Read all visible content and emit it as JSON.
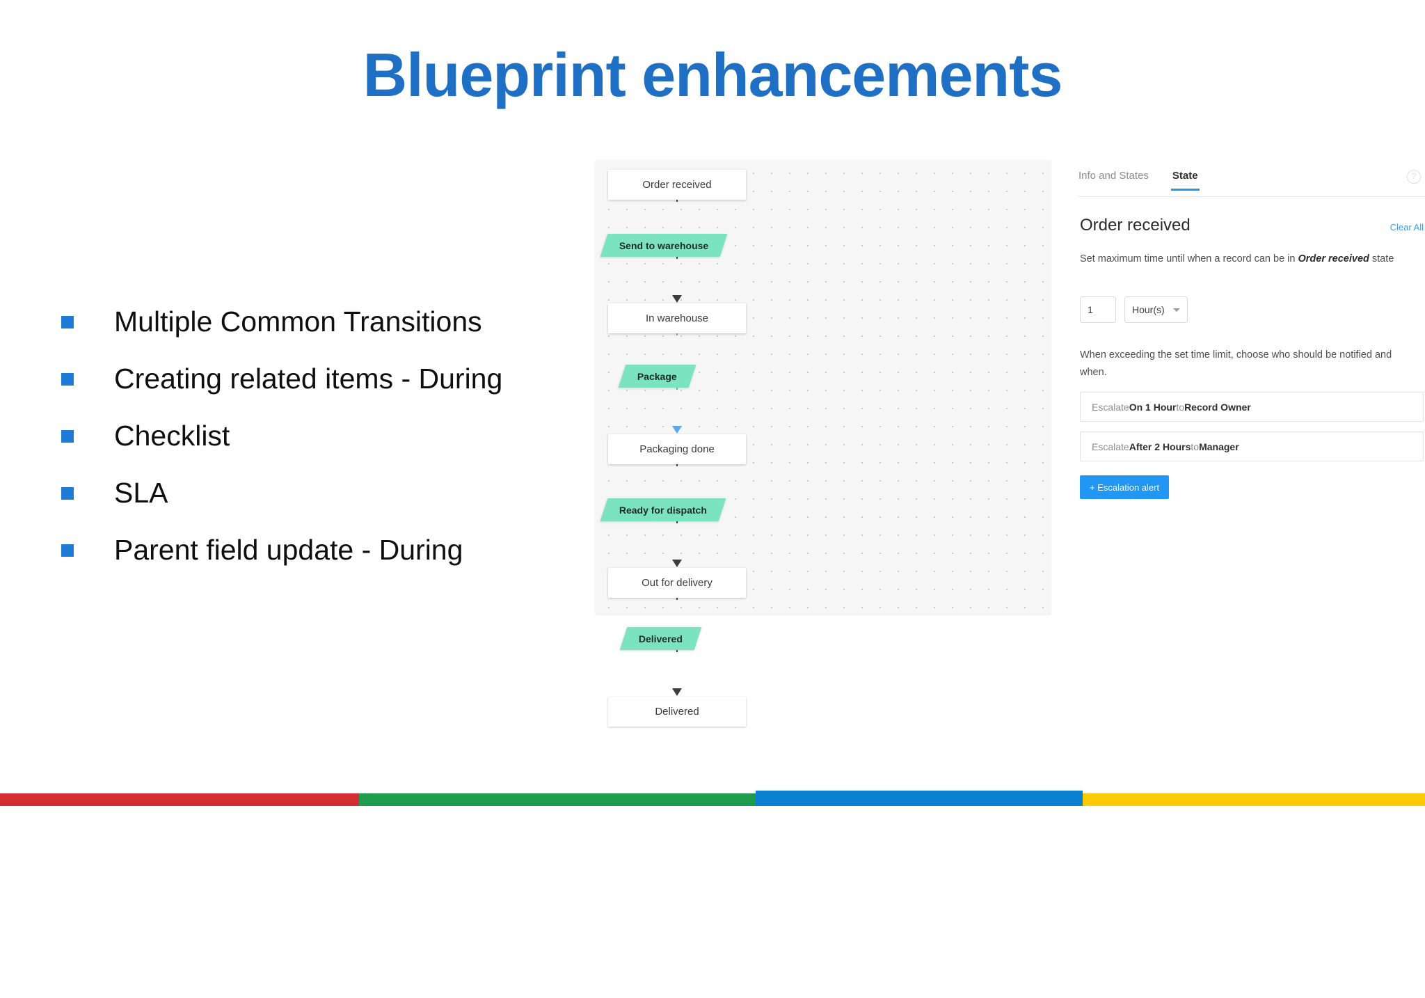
{
  "slide": {
    "title": "Blueprint enhancements",
    "title_color": "#1F6FC4",
    "bullet_color": "#1E7BD6",
    "bullets": [
      {
        "text": "Multiple Common Transitions"
      },
      {
        "text": "Creating related items - During"
      },
      {
        "text": "Checklist"
      },
      {
        "text": "SLA"
      },
      {
        "text": "Parent field update - During"
      }
    ]
  },
  "screenshot": {
    "flow": {
      "nodes": [
        {
          "type": "state",
          "label": "Order received"
        },
        {
          "type": "transition",
          "label": "Send to warehouse"
        },
        {
          "type": "state",
          "label": "In warehouse"
        },
        {
          "type": "transition",
          "label": "Package"
        },
        {
          "type": "state",
          "label": "Packaging done"
        },
        {
          "type": "transition",
          "label": "Ready for dispatch"
        },
        {
          "type": "state",
          "label": "Out for delivery"
        },
        {
          "type": "transition",
          "label": "Delivered"
        },
        {
          "type": "state",
          "label": "Delivered"
        }
      ],
      "state_fill": "#FFFFFF",
      "transition_fill": "#7CE3C0",
      "canvas_fill": "#F6F6F7"
    },
    "panel": {
      "tabs": [
        {
          "label": "Info and States",
          "active": false
        },
        {
          "label": "State",
          "active": true
        }
      ],
      "help_icon": "help-circle-icon",
      "help_glyph": "?",
      "state_title": "Order received",
      "clear_all_label": "Clear All",
      "max_time_desc_prefix": "Set maximum time until when a record can be in ",
      "max_time_desc_emphasis": "Order received",
      "max_time_desc_suffix": " state",
      "time_value": "1",
      "time_unit": "Hour(s)",
      "escalation_desc": "When exceeding the set time limit, choose who should be notified and when.",
      "escalation_rules": [
        {
          "prefix": "Escalate ",
          "when": "On 1 Hour",
          "middle": " to ",
          "who": "Record Owner"
        },
        {
          "prefix": "Escalate ",
          "when": "After 2 Hours",
          "middle": " to ",
          "who": "Manager"
        }
      ],
      "add_alert_label": "+ Escalation alert",
      "accent_color": "#2196F3"
    }
  },
  "bottom_bar": {
    "segments": [
      {
        "name": "red",
        "color": "#D32D31"
      },
      {
        "name": "green",
        "color": "#1F9D4E"
      },
      {
        "name": "blue",
        "color": "#0B7FD0"
      },
      {
        "name": "yellow",
        "color": "#FDCB06"
      }
    ]
  }
}
